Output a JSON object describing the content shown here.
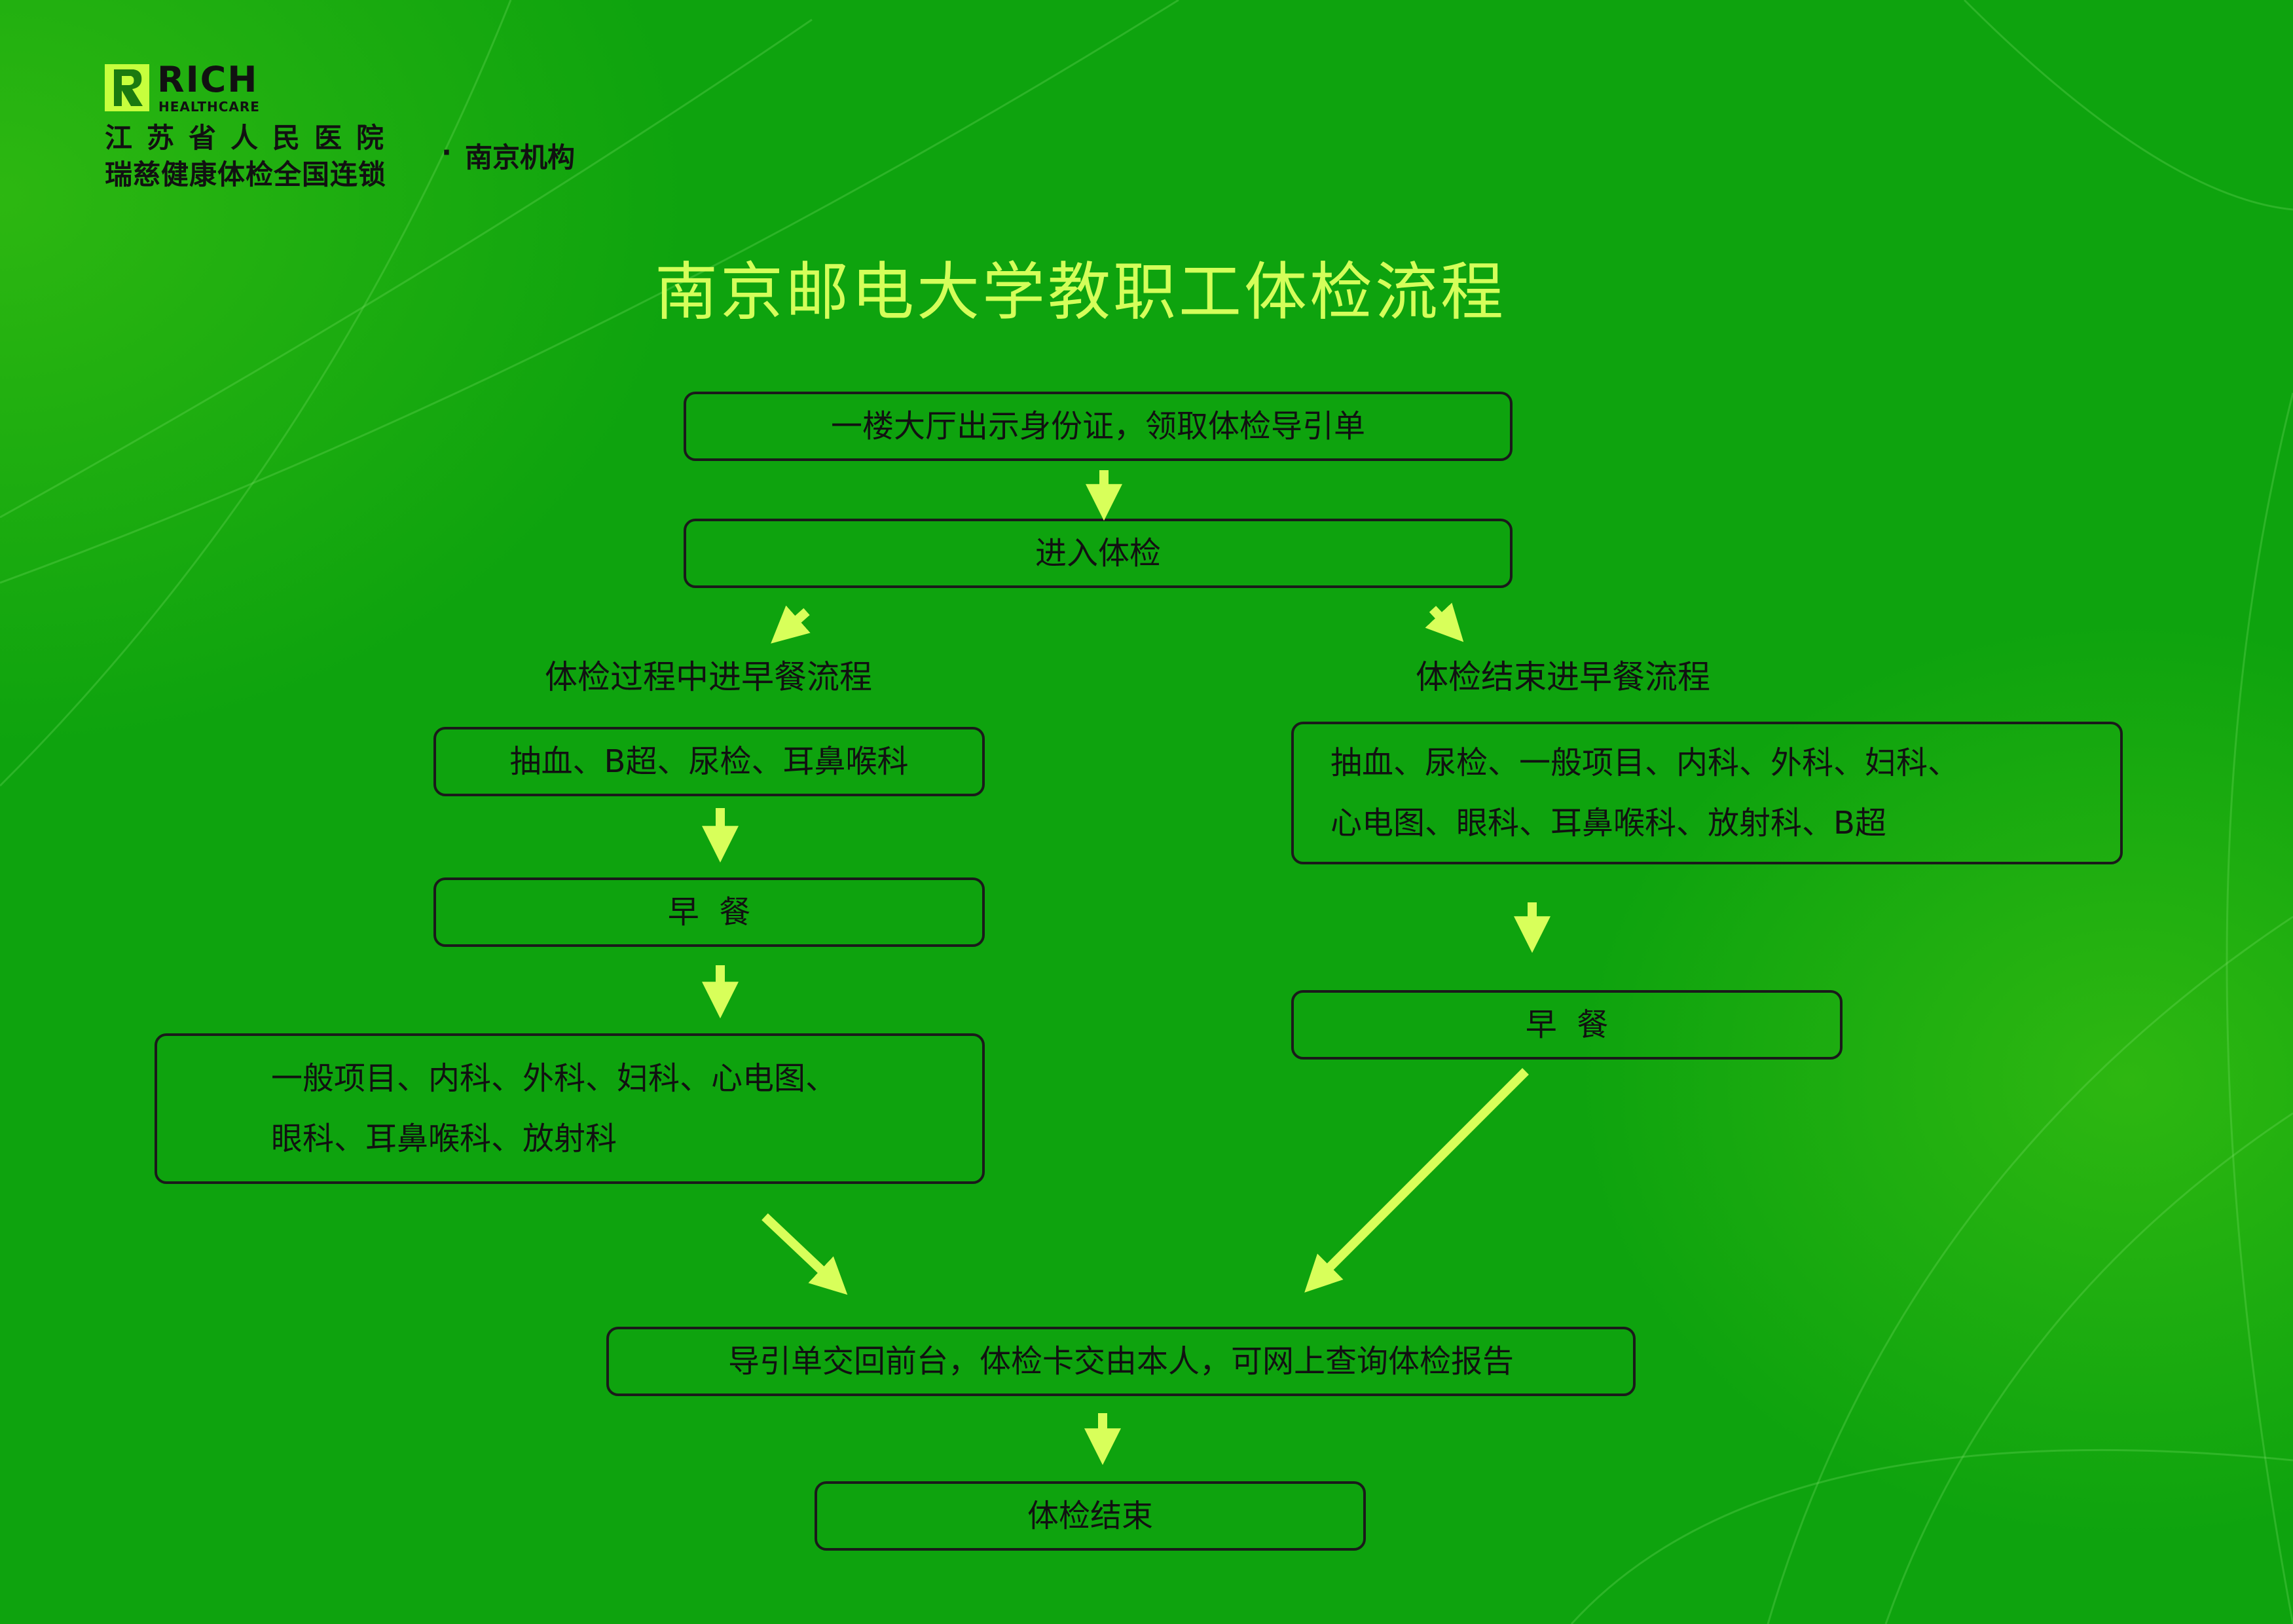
{
  "colors": {
    "background": "#0ea30e",
    "title": "#d4ff5a",
    "arrow": "#d8ff5a",
    "box_border": "#1a1a1a",
    "text": "#111111",
    "logo_mark": "#c6ff3d"
  },
  "logo": {
    "brand": "RICH",
    "sub": "HEALTHCARE",
    "line1": "江苏省人民医院",
    "line2": "瑞慈健康体检全国连锁",
    "dot": "·",
    "branch": "南京机构"
  },
  "title": "南京邮电大学教职工体检流程",
  "steps": {
    "step1": "一楼大厅出示身份证，领取体检导引单",
    "step2": "进入体检"
  },
  "left_branch": {
    "heading": "体检过程中进早餐流程",
    "box1": "抽血、B超、尿检、耳鼻喉科",
    "box2": "早  餐",
    "box3_line1": "一般项目、内科、外科、妇科、心电图、",
    "box3_line2": "眼科、耳鼻喉科、放射科"
  },
  "right_branch": {
    "heading": "体检结束进早餐流程",
    "box1_line1": "抽血、尿检、一般项目、内科、外科、妇科、",
    "box1_line2": "心电图、眼科、耳鼻喉科、放射科、B超",
    "box2": "早  餐"
  },
  "final": {
    "box1": "导引单交回前台，体检卡交由本人，可网上查询体检报告",
    "box2": "体检结束"
  }
}
